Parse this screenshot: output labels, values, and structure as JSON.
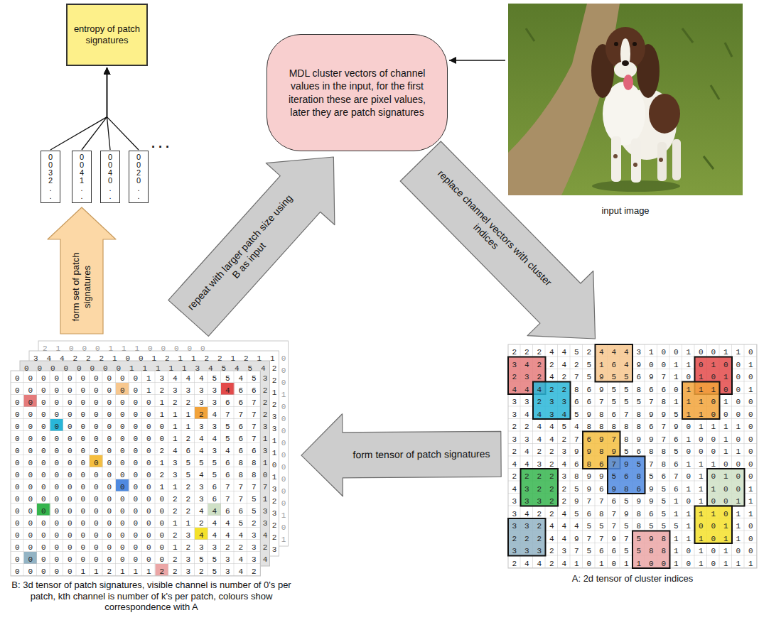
{
  "diagram": {
    "nodes": [
      {
        "text": [
          "entropy of patch signatures"
        ]
      },
      {
        "text": [
          "0 0 3 2 . ."
        ]
      },
      {
        "text": [
          "0 0 4 1 . ."
        ]
      },
      {
        "text": [
          "0 0 4 0 . ."
        ]
      },
      {
        "text": [
          "0 0 2 0 . ."
        ]
      },
      {
        "text": [
          "MDL cluster vectors of channel values in the input, for the first iteration these are pixel values, later they are patch signatures"
        ]
      },
      {
        "text": [
          "input image"
        ]
      },
      {
        "text": [
          "A: 2d tensor of cluster indices"
        ]
      },
      {
        "text": [
          "B: 3d tensor of patch signatures, visible channel is number of 0's per patch, kth channel is number of k's per patch, colours show correspondence with A"
        ]
      }
    ],
    "edges": [
      {
        "from": 1,
        "to": 0,
        "arrow": "to"
      },
      {
        "from": 2,
        "to": 0,
        "arrow": "to"
      },
      {
        "from": 3,
        "to": 0,
        "arrow": "to"
      },
      {
        "from": 4,
        "to": 0,
        "arrow": "to"
      },
      {
        "from": 6,
        "to": 5,
        "arrow": "to"
      },
      {
        "from": 5,
        "to": 7,
        "label": "replace channel vectors with cluster indices",
        "arrow": "to"
      },
      {
        "from": 7,
        "to": 8,
        "label": "form tensor of patch signatures",
        "arrow": "to"
      },
      {
        "from": 8,
        "to": 5,
        "label": "repeat with larger patch size using B as input",
        "arrow": "to"
      },
      {
        "from": 8,
        "to": 2,
        "label": "form set of patch signatures",
        "arrow": "to"
      }
    ],
    "labels": [
      ". . .",
      "2 2 2 4 4 5 2 4 4 4 3 1 0 0 1 0 0 1 1 0",
      "3 4 2 2 4 2 5 1 6 4 9 0 0 1 1 0 1 0 0 1",
      "2 3 2 4 2 7 5 9 5 5 6 9 7 1 0 1 0 1 0 0",
      "4 4 4 2 2 8 6 9 5 5 8 6 6 0 1 1 1 0 0 1",
      "3 3 2 3 3 6 6 7 5 5 5 7 8 1 1 1 0 1 0 0",
      "3 4 4 3 4 5 9 8 6 7 8 9 9 5 1 1 0 0 0 0",
      "2 2 4 4 5 4 8 8 8 8 8 6 7 9 0 1 1 1 1 0",
      "3 3 4 4 2 7 6 9 7 8 9 9 7 6 1 0 0 1 0 0",
      "2 4 2 2 3 9 9 8 9 5 6 8 8 5 0 0 0 1 1 0",
      "4 4 3 2 4 6 8 6 7 9 5 7 8 6 1 1 1 0 0 0",
      "2 2 2 2 3 8 9 9 5 6 8 5 6 7 0 1 0 1 0 0",
      "4 3 2 2 2 5 9 6 9 8 6 9 5 6 1 1 1 0 0 1",
      "3 3 3 2 2 9 7 7 6 5 9 9 5 1 0 1 0 0 1 1",
      "3 4 2 2 4 5 6 8 7 9 8 6 5 1 1 1 1 0 1 1",
      "3 3 2 4 4 4 5 5 7 5 8 5 5 5 1 0 0 1 1 0",
      "2 2 2 4 4 9 7 7 9 7 5 9 8 1 1 1 0 1 1 0",
      "3 3 3 2 3 7 5 6 6 5 5 8 8 1 0 1 0 1 0 0",
      "2 4 4 2 4 1 0 1 0 1 1 0 0 1 0 1 0 1 1 1",
      "0 0 0 0 0 0 0 0 0 0 1 3 4 4 4 5 5 4 5",
      "0 0 0 0 0 0 0 0 0 0 1 2 3 3 3 3 4 6 6",
      "0 0 0 0 0 0 0 0 0 0 0 1 2 2 3 3 6 6 7",
      "0 0 0 0 0 0 0 0 0 0 0 1 1 1 2 4 7 7 7",
      "0 0 0 0 0 0 0 0 0 0 0 0 1 1 3 3 5 6 7",
      "0 0 0 0 0 0 0 0 0 0 0 0 1 2 4 4 5 6 7",
      "0 0 0 0 0 0 0 0 0 0 0 2 4 6 4 3 4 6 6",
      "0 0 0 0 0 0 0 0 0 0 0 1 3 5 5 5 6 8 8",
      "0 0 0 0 0 0 0 0 0 0 0 2 3 5 4 5 6 8 8",
      "0 0 0 0 0 0 0 0 0 0 0 1 1 2 3 6 7 7 7",
      "0 0 0 0 0 0 0 0 0 0 0 0 2 2 3 6 7 7 5",
      "0 0 0 0 0 0 0 0 0 0 0 0 2 2 4 4 6 6 5",
      "0 0 0 0 0 0 0 0 0 0 0 0 1 1 2 4 4 5 2",
      "0 0 0 0 0 0 0 0 0 0 0 0 2 3 4 4 4 4 3",
      "0 0 0 0 0 0 0 0 0 0 0 0 1 2 3 3 2 2 3",
      "0 0 0 0 0 0 0 0 0 0 0 0 2 3 5 5 3 4 3",
      "0 0 0 0 0 1 1 2 1 1 1 2 2 3 2 5 3 4 2",
      "0 0 0 0 0 0 0 0 1 1 1 1 1 3 4 5 4 5 4",
      "3 4 4 2 2 2 1 0 0 1 2 1 1 2 2 1 2 1 1",
      "2 1 0 0 0 1 1 1 0 0 0 0 0",
      "3 2 2 2 3 1 3 1 0 7 1 3 3 4 2 4",
      "2 2 1 2 3 3 1 1 0 1 3 2 3 2 2 3",
      "0 0 0 1 0 0 0 0 0 0 0 0 0 1 0 1"
    ]
  }
}
